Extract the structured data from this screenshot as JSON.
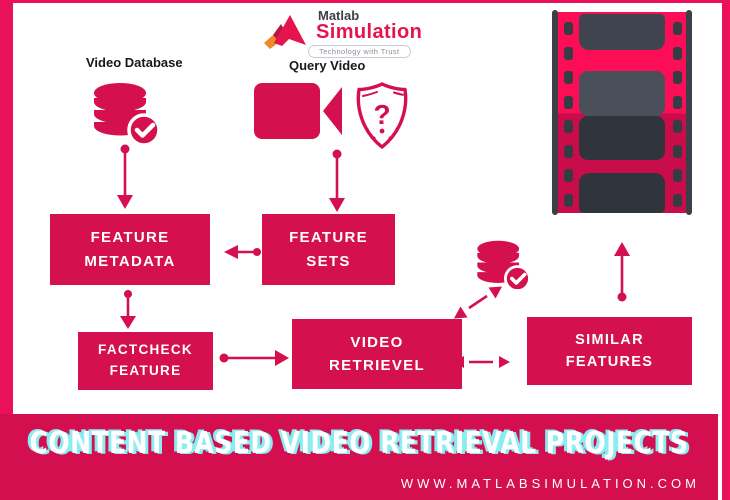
{
  "colors": {
    "accent": "#D4104F",
    "frame_border": "#EA115A",
    "film_pink_top": "#FB0E56",
    "film_pink_bottom": "#C90C4A",
    "film_dark": "#3A3F48",
    "title_glow": "#8BEDF1",
    "text_dark": "#17171F"
  },
  "logo": {
    "brand_top": "Matlab",
    "brand_main": "Simulation",
    "tagline": "Technology with Trust",
    "mark_icon": "matlab-triangle-icon"
  },
  "sources": {
    "video_database_label": "Video Database",
    "query_video_label": "Query Video"
  },
  "icons": {
    "video_database": "database-check-icon",
    "query_video_camera": "video-camera-icon",
    "query_video_shield": "shield-question-icon",
    "shield_glyph": "?",
    "retrieval_store": "database-check-icon",
    "film_strip": "film-strip-icon"
  },
  "nodes": {
    "feature_metadata": {
      "line1": "FEATURE",
      "line2": "METADATA"
    },
    "feature_sets": {
      "line1": "FEATURE",
      "line2": "SETS"
    },
    "factcheck_feature": {
      "line1": "FACTCHECK",
      "line2": "FEATURE"
    },
    "video_retrievel": {
      "line1": "VIDEO",
      "line2": "RETRIEVEL"
    },
    "similar_features": {
      "line1": "SIMILAR",
      "line2": "FEATURES"
    }
  },
  "banner": {
    "title": "CONTENT BASED VIDEO RETRIEVAL PROJECTS",
    "website": "WWW.MATLABSIMULATION.COM"
  }
}
